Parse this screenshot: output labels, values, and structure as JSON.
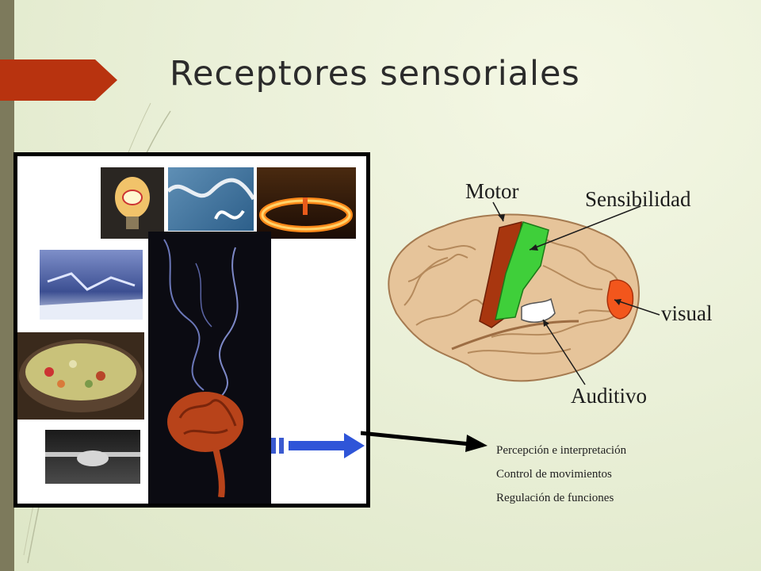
{
  "slide": {
    "title": "Receptores sensoriales",
    "accent_color": "#b8330f",
    "sidebar_color": "#7d7a5c"
  },
  "photo_panel": {
    "tiles": [
      {
        "name": "lightbulb-photo"
      },
      {
        "name": "sound-wave-photo"
      },
      {
        "name": "fire-ring-photo"
      },
      {
        "name": "ice-landscape-photo"
      },
      {
        "name": "food-pot-photo"
      },
      {
        "name": "hand-photo"
      },
      {
        "name": "nerve-impulse-photo"
      },
      {
        "name": "brain-spinal-cord-photo"
      },
      {
        "name": "signal-arrow-icon"
      }
    ]
  },
  "brain_diagram": {
    "labels": {
      "motor": "Motor",
      "sensibilidad": "Sensibilidad",
      "visual": "visual",
      "auditivo": "Auditivo"
    },
    "region_colors": {
      "motor": "#a8360f",
      "sensibilidad": "#3fcf3a",
      "visual": "#f2561c",
      "auditivo": "#ffffff"
    }
  },
  "functions": [
    "Percepción e interpretación",
    "Control de movimientos",
    "Regulación de funciones"
  ]
}
